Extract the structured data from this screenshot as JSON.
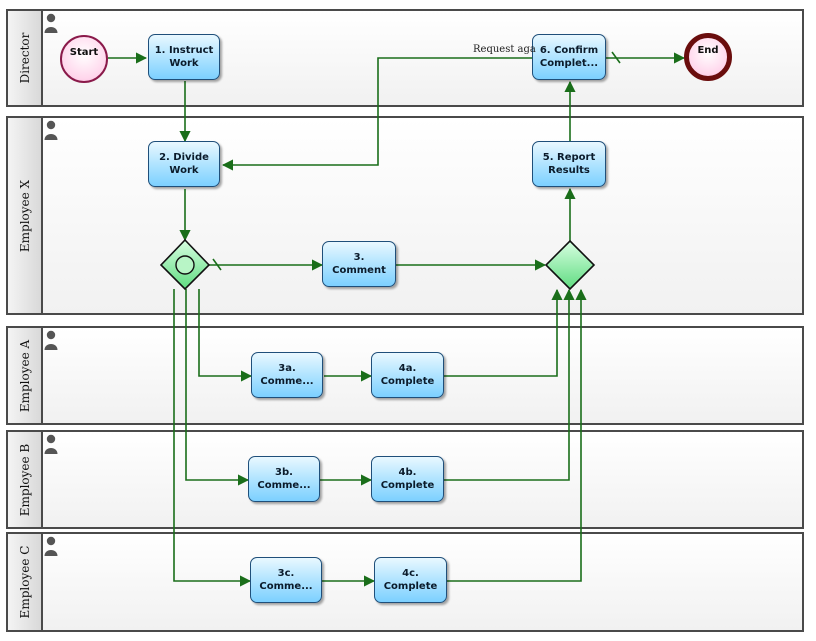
{
  "lanes": {
    "director": "Director",
    "employee_x": "Employee X",
    "employee_a": "Employee A",
    "employee_b": "Employee B",
    "employee_c": "Employee C"
  },
  "events": {
    "start": "Start",
    "end": "End"
  },
  "tasks": {
    "instruct_work": "1. Instruct Work",
    "divide_work": "2. Divide Work",
    "comment": "3. Comment",
    "report_results": "5. Report Results",
    "confirm_completion": "6. Confirm Complet...",
    "comment_a": "3a. Comme...",
    "complete_a": "4a. Complete",
    "comment_b": "3b. Comme...",
    "complete_b": "4b. Complete",
    "comment_c": "3c. Comme...",
    "complete_c": "4c. Complete"
  },
  "flow_labels": {
    "request_again": "Request aga"
  },
  "colors": {
    "flow": "#1a6e1a",
    "task_border": "#1f4f7a",
    "gateway_fill": "#8ef0a6"
  },
  "icons": {
    "lane_participant": "person-icon",
    "parallel_split": "circle-gateway",
    "merge": "diamond-gateway"
  }
}
